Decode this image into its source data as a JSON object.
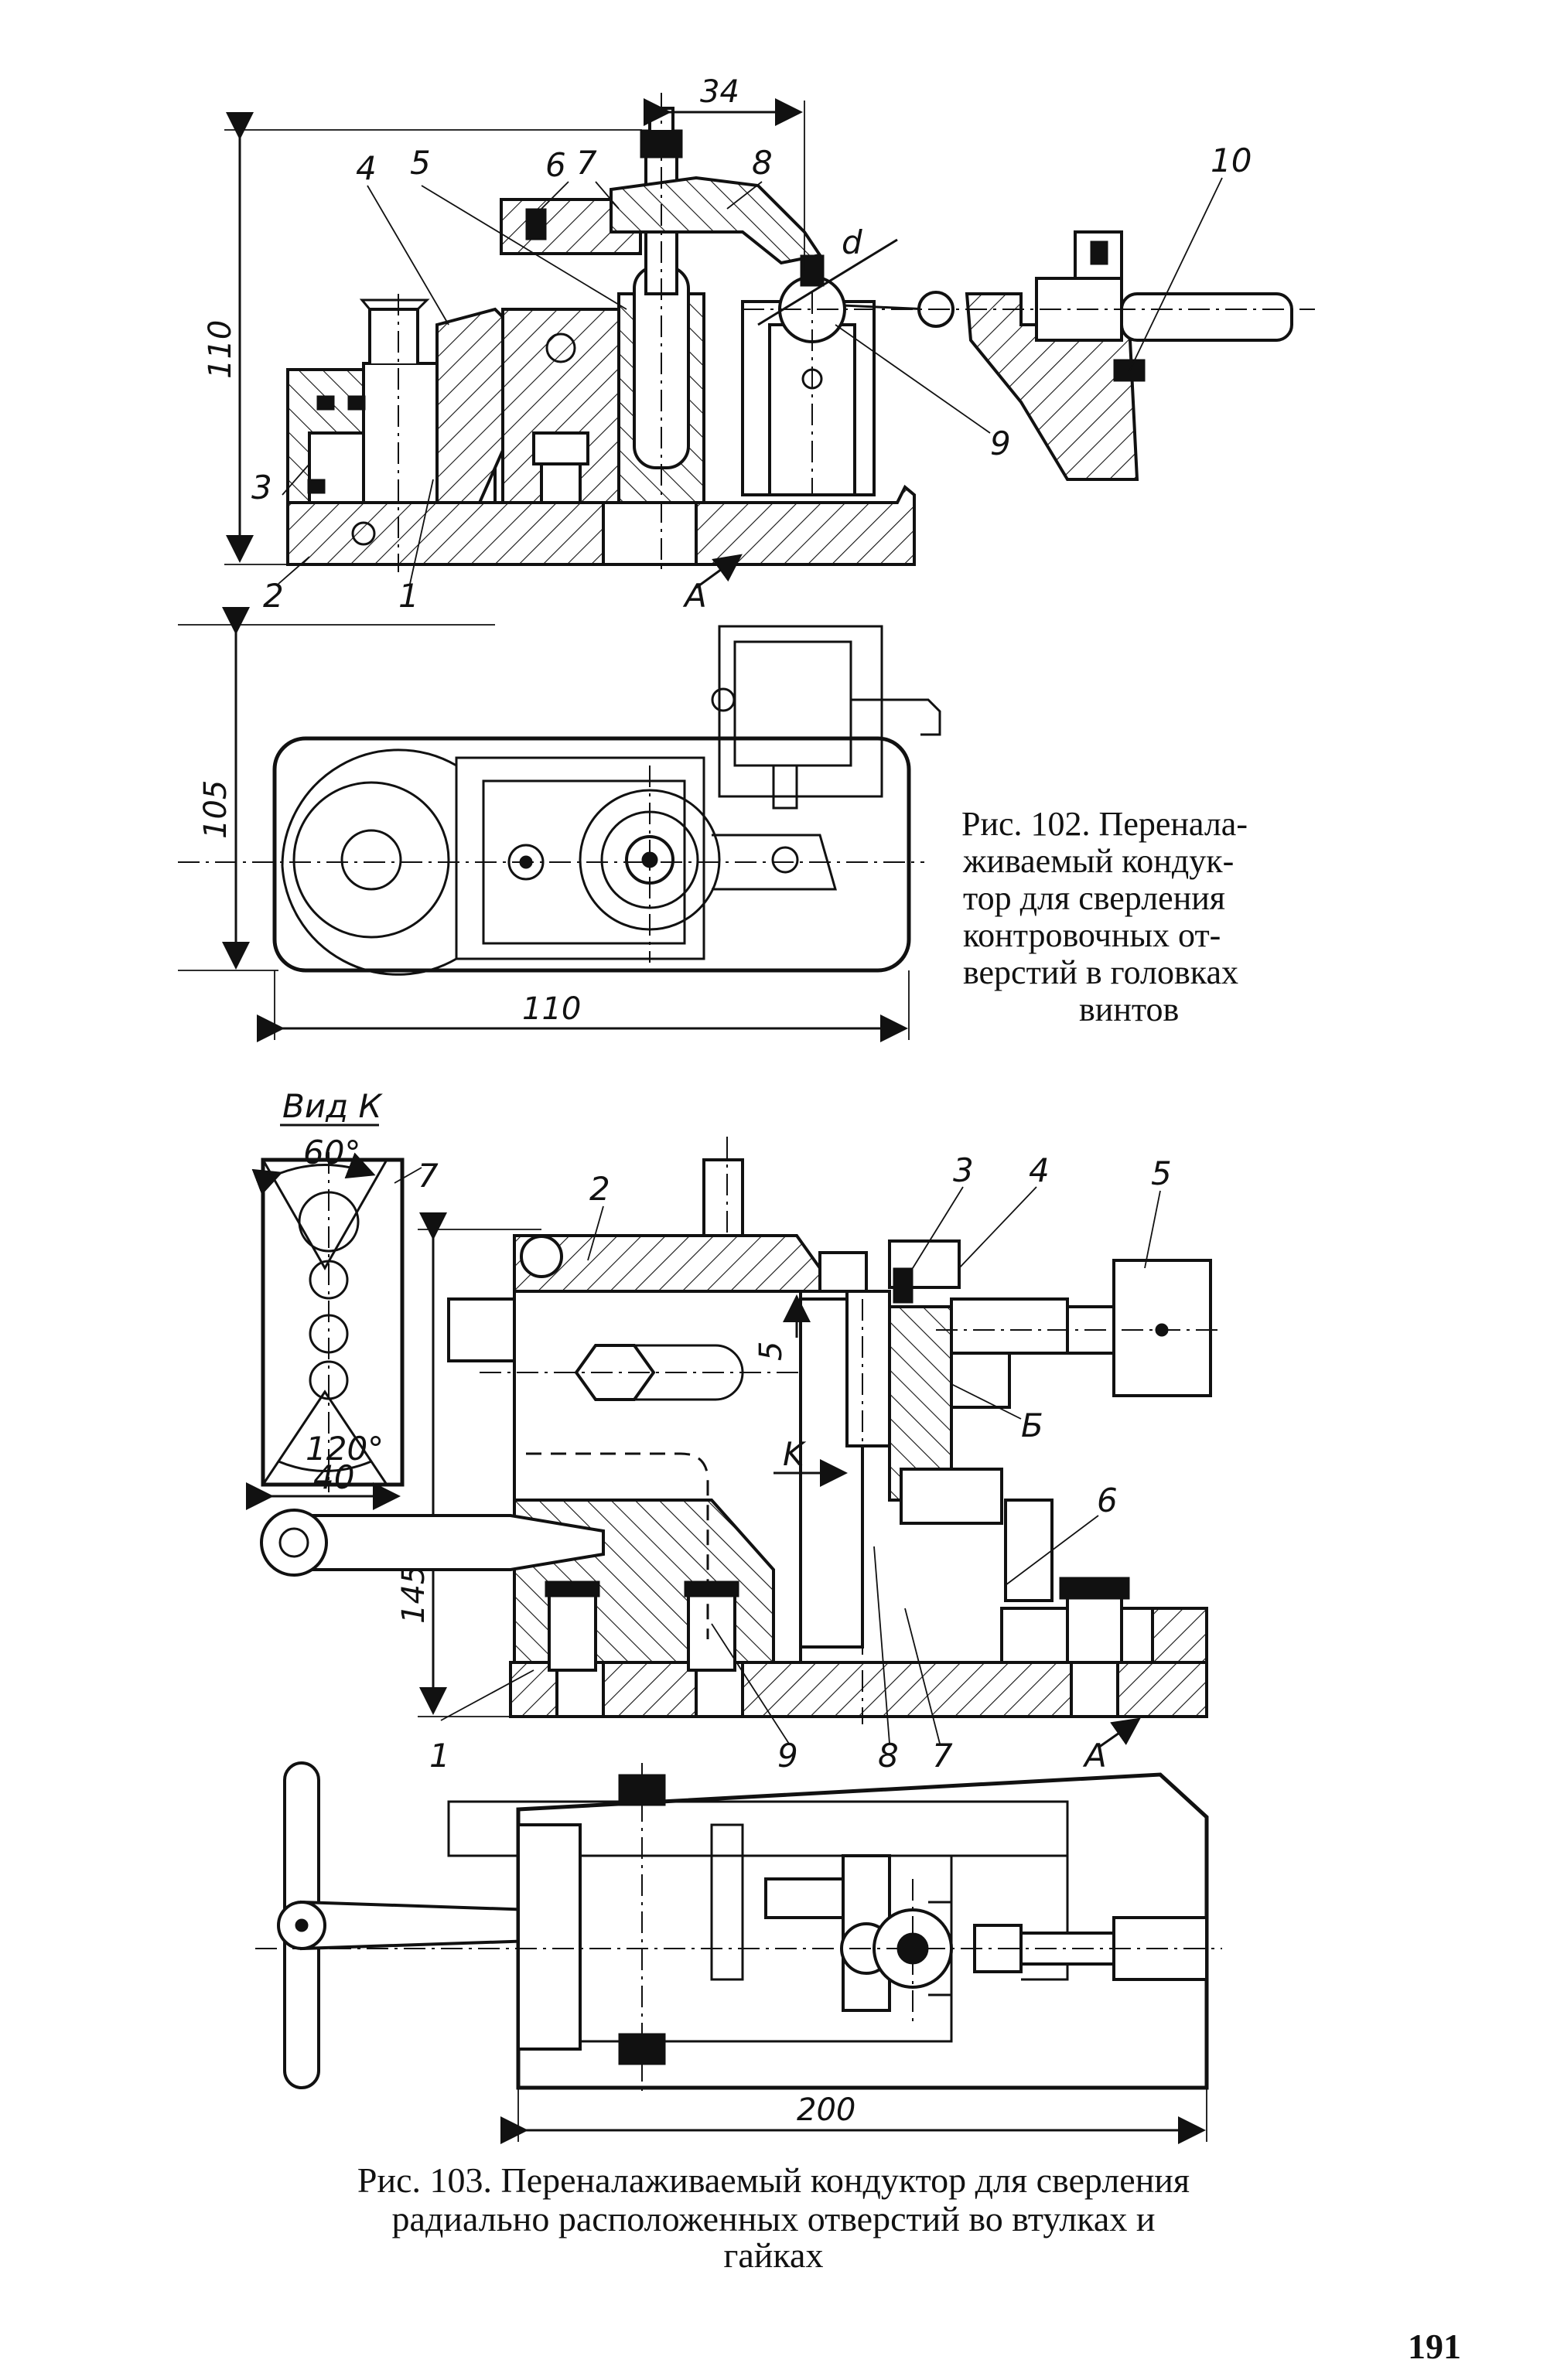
{
  "page_number": "191",
  "fig102": {
    "caption_lines": [
      "Рис. 102. Перенала-",
      "живаемый кондук-",
      "тор для сверления",
      "контровочных от-",
      "верстий в головках",
      "винтов"
    ],
    "part_labels": [
      "4",
      "5",
      "6",
      "7",
      "8",
      "10",
      "3",
      "2",
      "1",
      "A",
      "9",
      "d"
    ],
    "dims": {
      "top": "34",
      "height": "110",
      "plan_height": "105",
      "plan_width": "110"
    }
  },
  "fig103": {
    "caption_lines": [
      "Рис. 103. Переналаживаемый кондуктор для сверления",
      "радиально расположенных отверстий во втулках и",
      "гайках"
    ],
    "view_title": "Вид К",
    "view_dims": {
      "angle_top": "60°",
      "angle_bottom": "120°",
      "width": "40"
    },
    "view_label": "7",
    "part_labels": [
      "2",
      "3",
      "4",
      "5",
      "6",
      "Б",
      "K",
      "1",
      "9",
      "8",
      "7",
      "A"
    ],
    "dims": {
      "gap": "5",
      "height": "145",
      "length": "200"
    }
  }
}
